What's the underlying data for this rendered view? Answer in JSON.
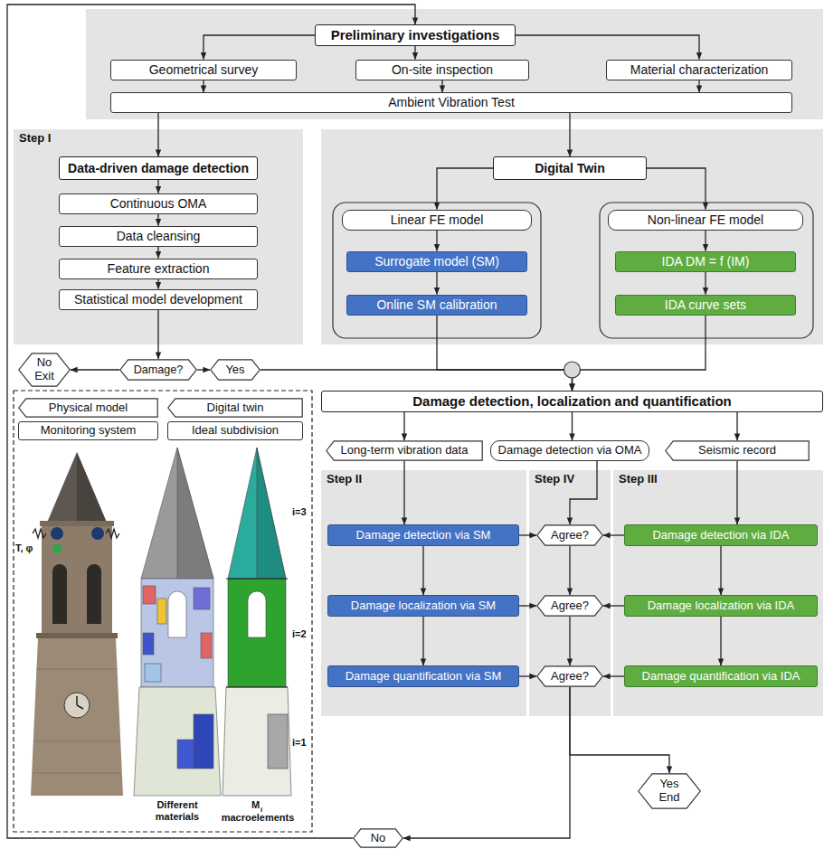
{
  "diagram": {
    "nodes": [
      {
        "text": [
          "Preliminary investigations"
        ]
      },
      {
        "text": [
          "Geometrical survey"
        ]
      },
      {
        "text": [
          "On-site inspection"
        ]
      },
      {
        "text": [
          "Material characterization"
        ]
      },
      {
        "text": [
          "Ambient Vibration Test"
        ]
      },
      {
        "text": [
          "Step I"
        ]
      },
      {
        "text": [
          "Data-driven damage detection"
        ],
        "in": 5
      },
      {
        "text": [
          "Continuous OMA"
        ],
        "in": 5
      },
      {
        "text": [
          "Data cleansing"
        ],
        "in": 5
      },
      {
        "text": [
          "Feature extraction"
        ],
        "in": 5
      },
      {
        "text": [
          "Statistical model development"
        ],
        "in": 5
      },
      {
        "text": [
          "Digital Twin"
        ]
      },
      {
        "text": [
          "Linear FE model"
        ]
      },
      {
        "text": [
          "Surrogate model (SM)"
        ]
      },
      {
        "text": [
          "Online SM calibration"
        ]
      },
      {
        "text": [
          "Non-linear FE model"
        ]
      },
      {
        "text": [
          "IDA DM = f (IM)"
        ]
      },
      {
        "text": [
          "IDA curve sets"
        ]
      },
      {
        "text": [
          "No Exit"
        ]
      },
      {
        "text": [
          "Damage?"
        ]
      },
      {
        "text": [
          "Yes"
        ]
      },
      {
        "text": [
          "Damage detection, localization and quantification"
        ]
      },
      {
        "text": [
          "Damage detection via OMA"
        ]
      },
      {
        "text": [
          "Long-term vibration data"
        ]
      },
      {
        "text": [
          "Seismic record"
        ]
      },
      {
        "text": [
          "Step II"
        ]
      },
      {
        "text": [
          "Damage detection via SM"
        ],
        "in": 25
      },
      {
        "text": [
          "Damage localization via SM"
        ],
        "in": 25
      },
      {
        "text": [
          "Damage quantification via SM"
        ],
        "in": 25
      },
      {
        "text": [
          "Step IV"
        ]
      },
      {
        "text": [
          "Agree?"
        ],
        "in": 29
      },
      {
        "text": [
          "Agree?"
        ],
        "in": 29
      },
      {
        "text": [
          "Agree?"
        ],
        "in": 29
      },
      {
        "text": [
          "Step III"
        ]
      },
      {
        "text": [
          "Damage detection via IDA"
        ],
        "in": 33
      },
      {
        "text": [
          "Damage localization via IDA"
        ],
        "in": 33
      },
      {
        "text": [
          "Damage quantification via IDA"
        ],
        "in": 33
      },
      {
        "text": [
          "Yes End"
        ]
      },
      {
        "text": [
          "No"
        ]
      },
      {
        "text": [
          "Physical model"
        ]
      },
      {
        "text": [
          "Digital twin"
        ]
      },
      {
        "text": [
          "Monitoring system"
        ]
      },
      {
        "text": [
          "Ideal subdivision"
        ]
      }
    ],
    "edges": [
      {
        "from": 0,
        "to": 1,
        "arrow": "to"
      },
      {
        "from": 0,
        "to": 2,
        "arrow": "to"
      },
      {
        "from": 0,
        "to": 3,
        "arrow": "to"
      },
      {
        "from": 1,
        "to": 4,
        "arrow": "to"
      },
      {
        "from": 2,
        "to": 4,
        "arrow": "to"
      },
      {
        "from": 3,
        "to": 4,
        "arrow": "to"
      },
      {
        "from": 4,
        "to": 6,
        "arrow": "to"
      },
      {
        "from": 4,
        "to": 11,
        "arrow": "to"
      },
      {
        "from": 6,
        "to": 7,
        "arrow": "to"
      },
      {
        "from": 7,
        "to": 8,
        "arrow": "to"
      },
      {
        "from": 8,
        "to": 9,
        "arrow": "to"
      },
      {
        "from": 9,
        "to": 10,
        "arrow": "to"
      },
      {
        "from": 10,
        "to": 19,
        "arrow": "to"
      },
      {
        "from": 19,
        "to": 18,
        "arrow": "to"
      },
      {
        "from": 19,
        "to": 20,
        "arrow": "to"
      },
      {
        "from": 11,
        "to": 12,
        "arrow": "to"
      },
      {
        "from": 11,
        "to": 15,
        "arrow": "to"
      },
      {
        "from": 12,
        "to": 13,
        "arrow": "to"
      },
      {
        "from": 13,
        "to": 14,
        "arrow": "to"
      },
      {
        "from": 15,
        "to": 16,
        "arrow": "to"
      },
      {
        "from": 16,
        "to": 17,
        "arrow": "to"
      },
      {
        "from": 20,
        "to": 21,
        "arrow": "to"
      },
      {
        "from": 14,
        "to": 21,
        "arrow": "to"
      },
      {
        "from": 17,
        "to": 21,
        "arrow": "to"
      },
      {
        "from": 21,
        "to": 23,
        "arrow": "to"
      },
      {
        "from": 21,
        "to": 22,
        "arrow": "to"
      },
      {
        "from": 21,
        "to": 24,
        "arrow": "to"
      },
      {
        "from": 23,
        "to": 26,
        "arrow": "to"
      },
      {
        "from": 22,
        "to": 30,
        "arrow": "to"
      },
      {
        "from": 24,
        "to": 34,
        "arrow": "to"
      },
      {
        "from": 26,
        "to": 30,
        "arrow": "to"
      },
      {
        "from": 34,
        "to": 30,
        "arrow": "to"
      },
      {
        "from": 26,
        "to": 27,
        "arrow": "to"
      },
      {
        "from": 27,
        "to": 28,
        "arrow": "to"
      },
      {
        "from": 30,
        "to": 31,
        "arrow": "to"
      },
      {
        "from": 31,
        "to": 32,
        "arrow": "to"
      },
      {
        "from": 34,
        "to": 35,
        "arrow": "to"
      },
      {
        "from": 35,
        "to": 36,
        "arrow": "to"
      },
      {
        "from": 27,
        "to": 31,
        "arrow": "to"
      },
      {
        "from": 35,
        "to": 31,
        "arrow": "to"
      },
      {
        "from": 28,
        "to": 32,
        "arrow": "to"
      },
      {
        "from": 36,
        "to": 32,
        "arrow": "to"
      },
      {
        "from": 32,
        "to": 37,
        "arrow": "to"
      },
      {
        "from": 32,
        "to": 38,
        "arrow": "to"
      },
      {
        "from": 38,
        "to": 0,
        "arrow": "to"
      }
    ],
    "labels": [
      "T, φ",
      "i=3",
      "i=2",
      "i=1",
      "Different materials",
      "M",
      "i",
      "macroelements"
    ]
  }
}
